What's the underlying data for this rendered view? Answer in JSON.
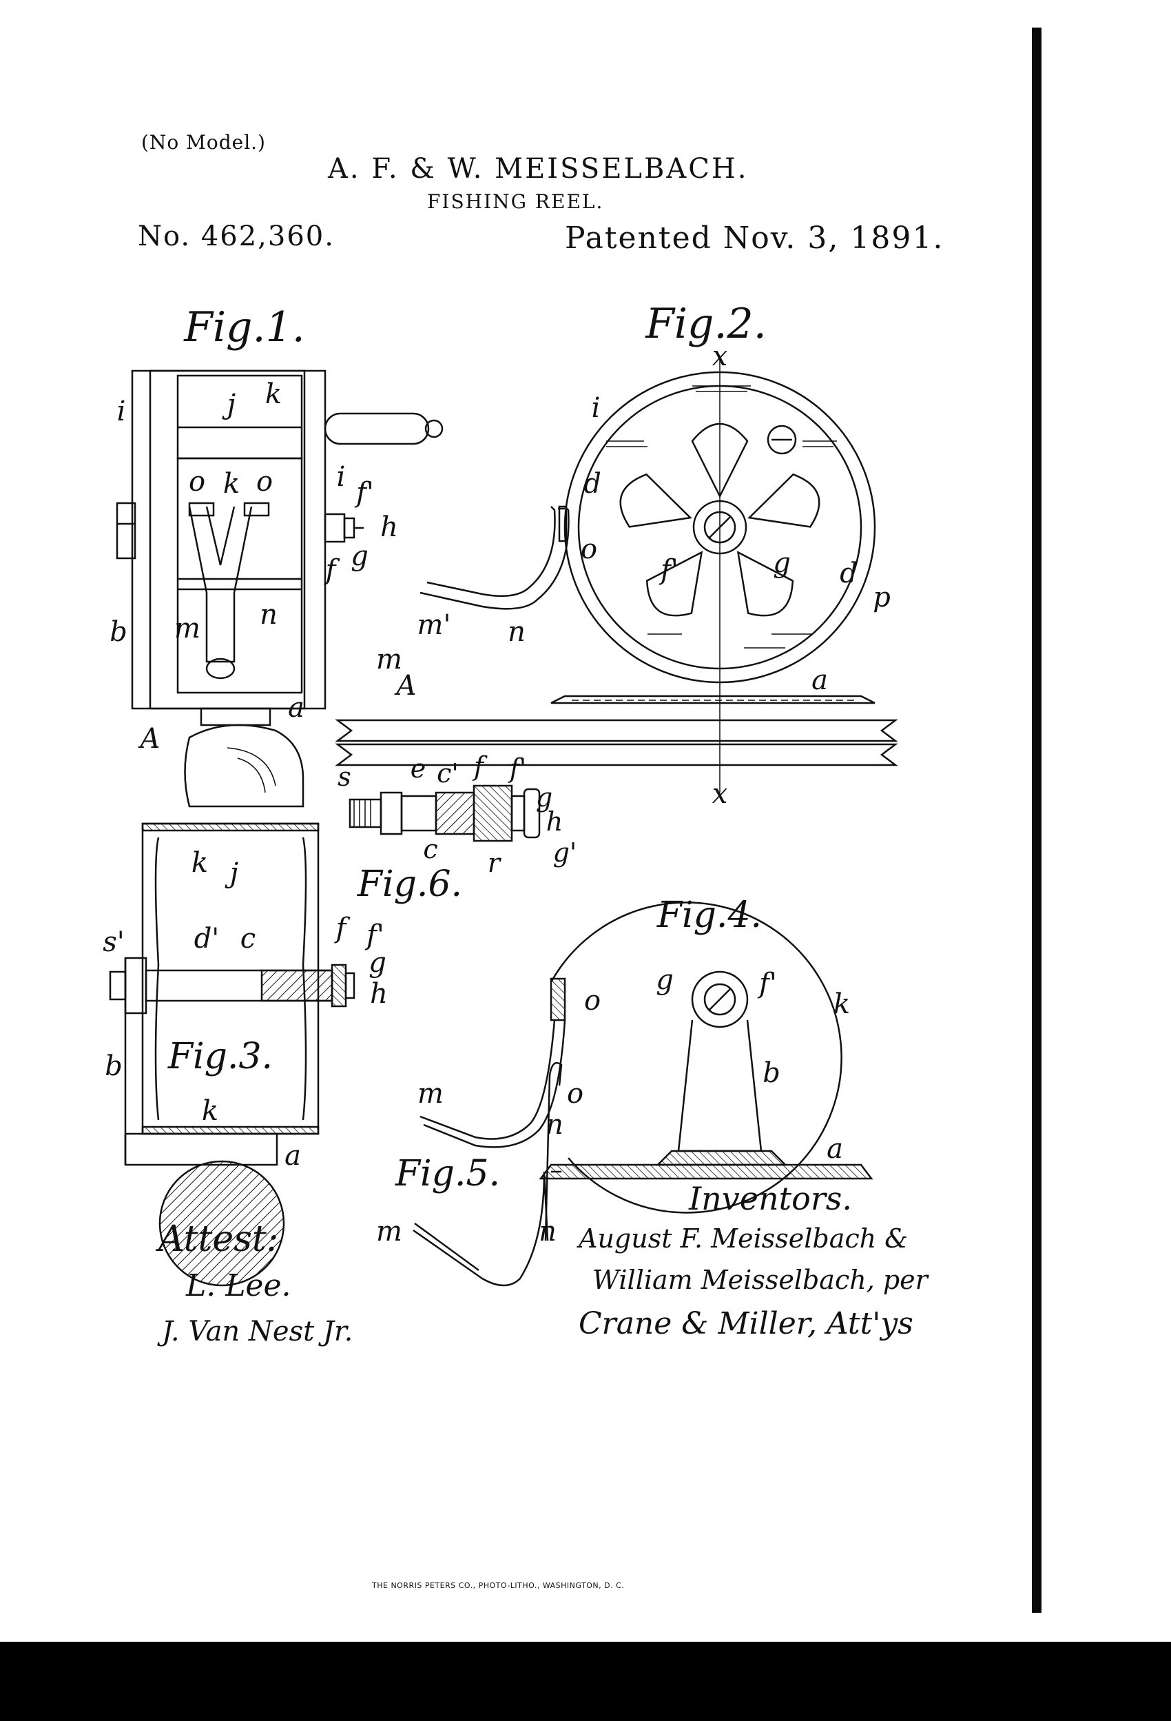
{
  "header": {
    "no_model": "(No Model.)",
    "inventors": "A. F. & W. MEISSELBACH.",
    "subject": "FISHING REEL.",
    "patent_number": "No. 462,360.",
    "patent_date": "Patented Nov. 3, 1891."
  },
  "figures": {
    "fig1": "Fig.1.",
    "fig2": "Fig.2.",
    "fig3": "Fig.3.",
    "fig4": "Fig.4.",
    "fig5": "Fig.5.",
    "fig6": "Fig.6."
  },
  "labels": {
    "i": "i",
    "j": "j",
    "k": "k",
    "o": "o",
    "f": "f",
    "f_prime": "f'",
    "g": "g",
    "g_prime": "g'",
    "h": "h",
    "b": "b",
    "m": "m",
    "m_prime": "m'",
    "n": "n",
    "a": "a",
    "A": "A",
    "x": "x",
    "d": "d",
    "d_prime": "d'",
    "p": "p",
    "s": "s",
    "s_prime": "s'",
    "e": "e",
    "c": "c",
    "c_prime": "c'",
    "r": "r"
  },
  "attest": {
    "heading": "Attest:",
    "witness1": "L. Lee.",
    "witness2": "J. Van Nest Jr."
  },
  "inventors_block": {
    "heading": "Inventors.",
    "line1": "August F. Meisselbach &",
    "line2": "William Meisselbach, per",
    "line3": "Crane & Miller, Att'ys"
  },
  "footer": {
    "printer": "THE NORRIS PETERS CO., PHOTO-LITHO., WASHINGTON, D. C."
  }
}
